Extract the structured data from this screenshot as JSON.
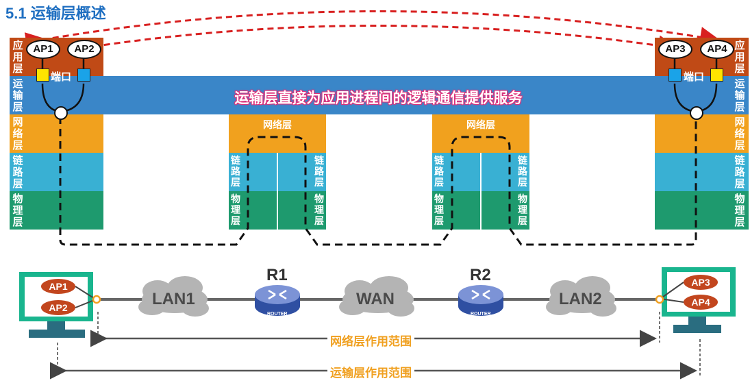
{
  "title": "5.1 运输层概述",
  "slogan": "运输层直接为应用进程间的逻辑通信提供服务",
  "layers": {
    "application": "应用层",
    "transport": "运输层",
    "network": "网络层",
    "link": "链路层",
    "physical": "物理层"
  },
  "left_host": {
    "ap1": "AP1",
    "ap2": "AP2",
    "port_label": "端口"
  },
  "right_host": {
    "ap3": "AP3",
    "ap4": "AP4",
    "port_label": "端口"
  },
  "routers": {
    "r1_label": "R1",
    "r2_label": "R2",
    "router_caption": "ROUTER"
  },
  "middle_stack": {
    "network": "网络层",
    "link": "链路层",
    "physical": "物理层"
  },
  "clouds": {
    "lan1": "LAN1",
    "wan": "WAN",
    "lan2": "LAN2"
  },
  "scopes": {
    "network_scope": "网络层作用范围",
    "transport_scope": "运输层作用范围"
  },
  "colors": {
    "application": "#c04a16",
    "transport": "#3a86c8",
    "network": "#f1a11e",
    "link": "#39b0d3",
    "physical": "#1e9a6e",
    "arrow_red": "#d82020",
    "title_blue": "#1f6fc1"
  }
}
